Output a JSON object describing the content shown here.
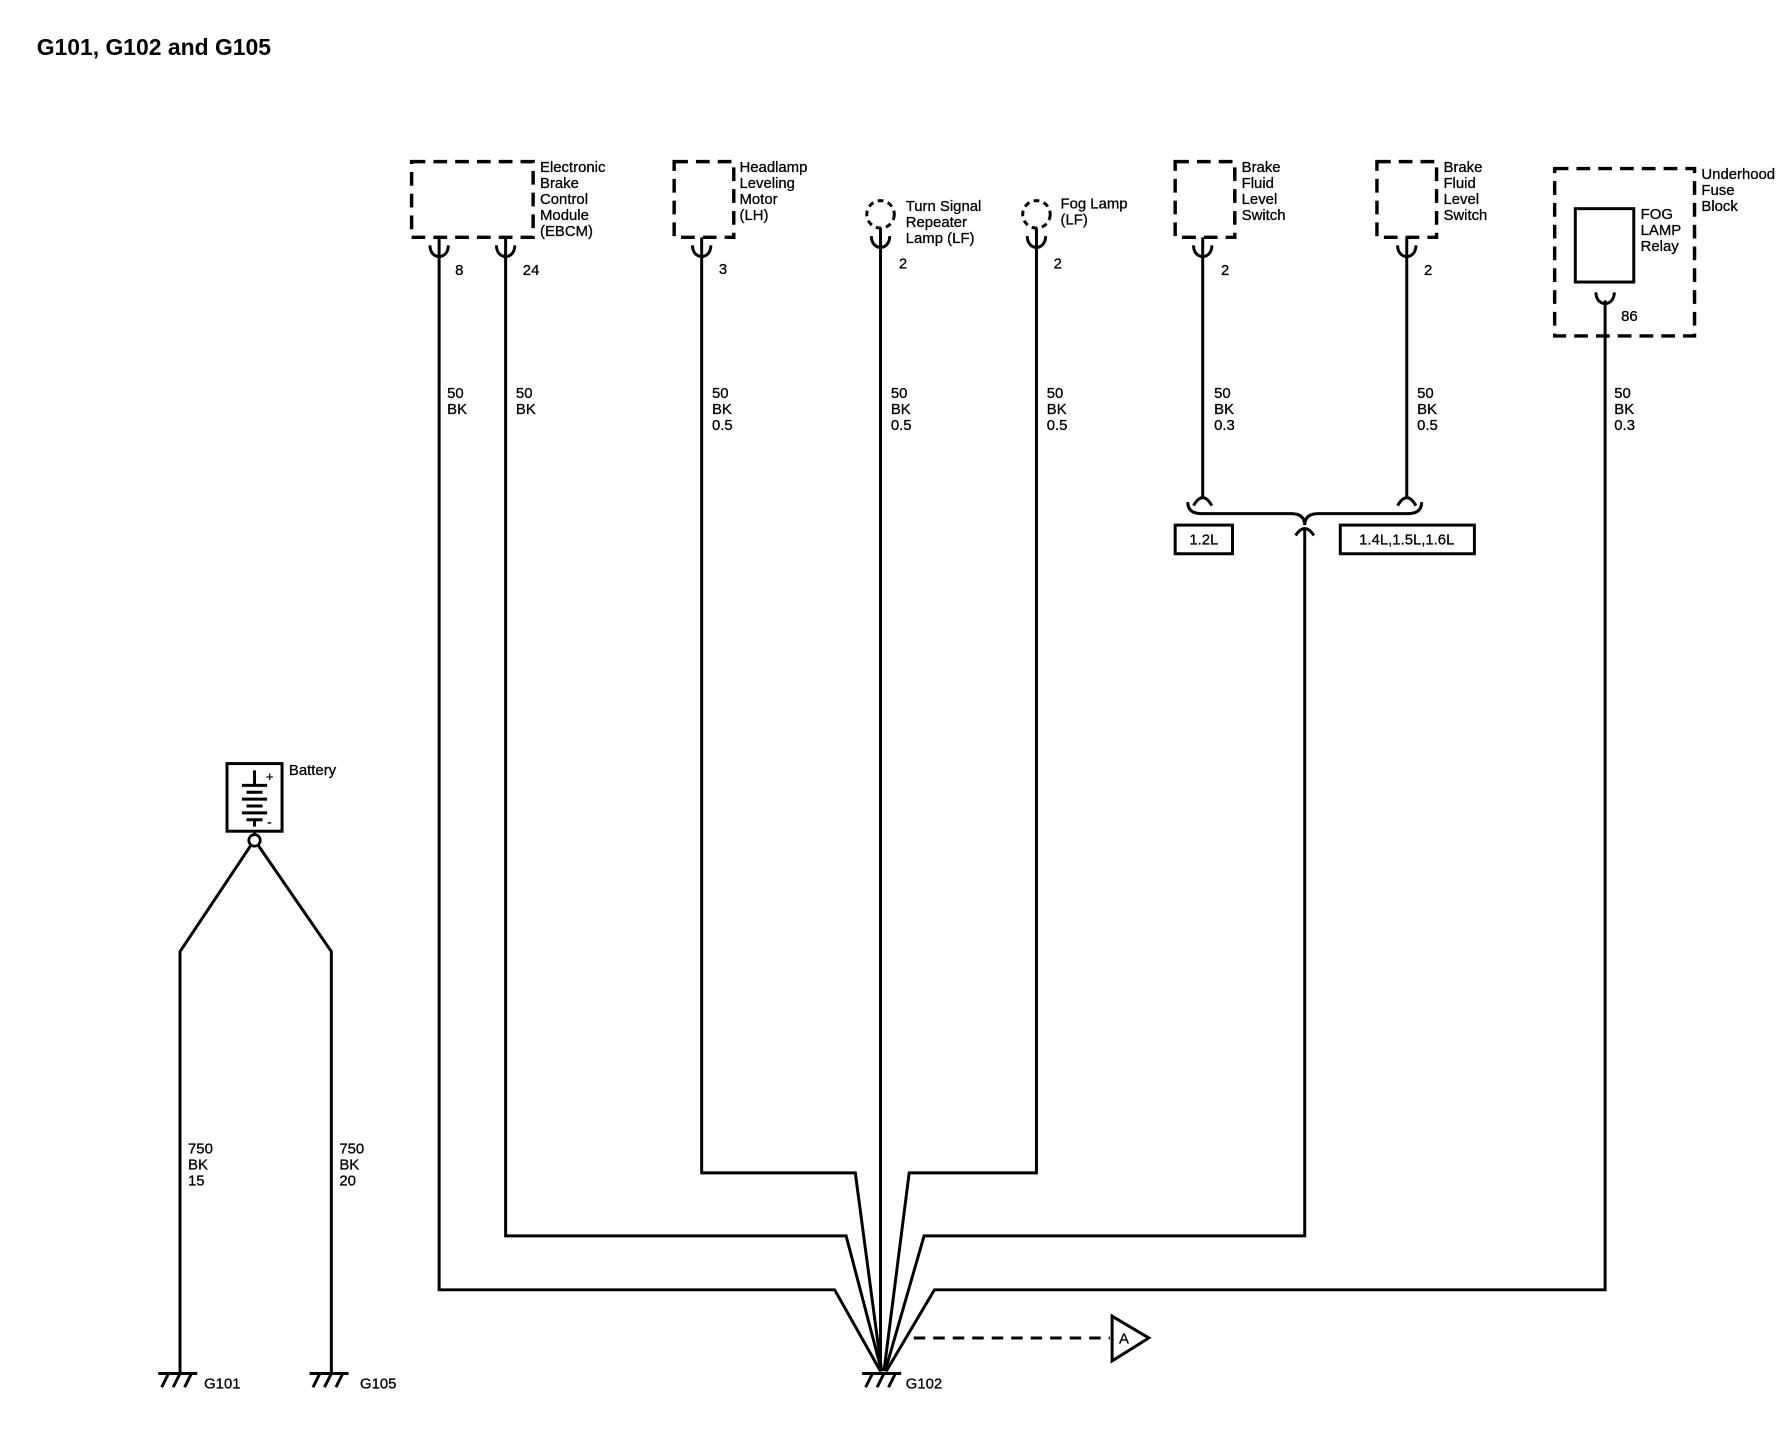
{
  "title": "G101, G102 and G105",
  "colors": {
    "line": "#000000",
    "background": "#ffffff"
  },
  "components": {
    "ebcm": {
      "label": [
        "Electronic",
        "Brake",
        "Control",
        "Module",
        "(EBCM)"
      ],
      "pins": [
        "8",
        "24"
      ]
    },
    "headlamp_motor": {
      "label": [
        "Headlamp",
        "Leveling",
        "Motor",
        "(LH)"
      ],
      "pin": "3"
    },
    "turn_signal_lamp": {
      "label": [
        "Turn Signal",
        "Repeater",
        "Lamp (LF)"
      ],
      "pin": "2"
    },
    "fog_lamp": {
      "label": [
        "Fog Lamp",
        "(LF)"
      ],
      "pin": "2"
    },
    "brake_fluid_switch_1": {
      "label": [
        "Brake",
        "Fluid",
        "Level",
        "Switch"
      ],
      "pin": "2"
    },
    "brake_fluid_switch_2": {
      "label": [
        "Brake",
        "Fluid",
        "Level",
        "Switch"
      ],
      "pin": "2"
    },
    "underhood_fuse_block": {
      "label": [
        "Underhood",
        "Fuse",
        "Block"
      ],
      "relay": {
        "label": [
          "FOG",
          "LAMP",
          "Relay"
        ],
        "pin": "86"
      }
    },
    "battery": {
      "label": "Battery",
      "positive": "+",
      "negative": "-"
    }
  },
  "wires": {
    "ebcm_8": {
      "circuit": "50",
      "color": "BK"
    },
    "ebcm_24": {
      "circuit": "50",
      "color": "BK"
    },
    "headlamp_3": {
      "circuit": "50",
      "color": "BK",
      "size": "0.5"
    },
    "turn_signal_2": {
      "circuit": "50",
      "color": "BK",
      "size": "0.5"
    },
    "fog_lamp_2": {
      "circuit": "50",
      "color": "BK",
      "size": "0.5"
    },
    "brake_switch_1": {
      "circuit": "50",
      "color": "BK",
      "size": "0.3"
    },
    "brake_switch_2": {
      "circuit": "50",
      "color": "BK",
      "size": "0.5"
    },
    "fog_relay_86": {
      "circuit": "50",
      "color": "BK",
      "size": "0.3"
    },
    "battery_g101": {
      "circuit": "750",
      "color": "BK",
      "size": "15"
    },
    "battery_g105": {
      "circuit": "750",
      "color": "BK",
      "size": "20"
    }
  },
  "options": [
    "1.2L",
    "1.4L,1.5L,1.6L"
  ],
  "grounds": {
    "g101": "G101",
    "g102": "G102",
    "g105": "G105"
  },
  "reference": {
    "label": "A"
  }
}
